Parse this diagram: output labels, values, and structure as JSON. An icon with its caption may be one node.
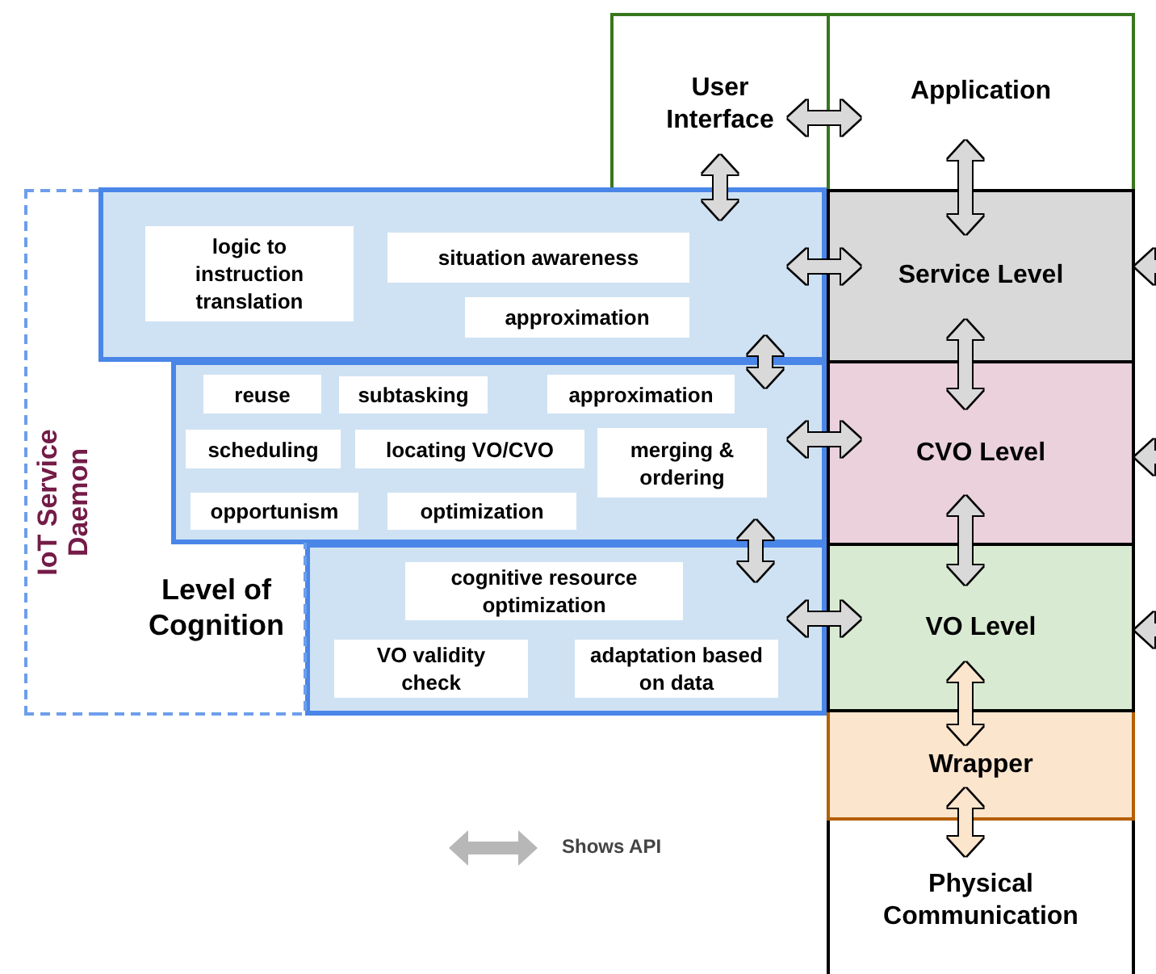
{
  "diagram": {
    "nodes": [
      {
        "text": [
          "IoT Service Daemon"
        ]
      },
      {
        "text": [
          "User Interface"
        ]
      },
      {
        "text": [
          "Application"
        ]
      },
      {
        "text": [],
        "shape": "box"
      },
      {
        "text": [
          "logic to instruction translation"
        ],
        "in": 3
      },
      {
        "text": [
          "situation awareness"
        ],
        "in": 3
      },
      {
        "text": [
          "approximation"
        ],
        "in": 3
      },
      {
        "text": [],
        "shape": "box"
      },
      {
        "text": [
          "reuse"
        ],
        "in": 7
      },
      {
        "text": [
          "subtasking"
        ],
        "in": 7
      },
      {
        "text": [
          "approximation"
        ],
        "in": 7
      },
      {
        "text": [
          "scheduling"
        ],
        "in": 7
      },
      {
        "text": [
          "locating VO/CVO"
        ],
        "in": 7
      },
      {
        "text": [
          "merging & ordering"
        ],
        "in": 7
      },
      {
        "text": [
          "opportunism"
        ],
        "in": 7
      },
      {
        "text": [
          "optimization"
        ],
        "in": 7
      },
      {
        "text": [],
        "shape": "box"
      },
      {
        "text": [
          "cognitive resource optimization"
        ],
        "in": 16
      },
      {
        "text": [
          "VO validity check"
        ],
        "in": 16
      },
      {
        "text": [
          "adaptation based on data"
        ],
        "in": 16
      },
      {
        "text": [
          "Service Level"
        ]
      },
      {
        "text": [
          "CVO Level"
        ]
      },
      {
        "text": [
          "VO Level"
        ]
      },
      {
        "text": [
          "Wrapper"
        ]
      },
      {
        "text": [
          "Physical Communication"
        ]
      }
    ],
    "edges": [
      {
        "from": 1,
        "to": 2,
        "arrow": "both"
      },
      {
        "from": 1,
        "to": 3,
        "arrow": "both"
      },
      {
        "from": 2,
        "to": 20,
        "arrow": "both"
      },
      {
        "from": 3,
        "to": 20,
        "arrow": "both"
      },
      {
        "from": null,
        "to": 20,
        "arrow": "to"
      },
      {
        "from": 3,
        "to": 7,
        "arrow": "both"
      },
      {
        "from": 20,
        "to": 21,
        "arrow": "both"
      },
      {
        "from": 7,
        "to": 21,
        "arrow": "both"
      },
      {
        "from": null,
        "to": 21,
        "arrow": "to"
      },
      {
        "from": 7,
        "to": 16,
        "arrow": "both"
      },
      {
        "from": 21,
        "to": 22,
        "arrow": "both"
      },
      {
        "from": 16,
        "to": 22,
        "arrow": "both"
      },
      {
        "from": null,
        "to": 22,
        "arrow": "to"
      },
      {
        "from": 22,
        "to": 23,
        "arrow": "both",
        "color": "#fce5cd"
      },
      {
        "from": 23,
        "to": 24,
        "arrow": "both",
        "color": "#fce5cd"
      }
    ],
    "labels": [
      "Level of Cognition"
    ],
    "legend": [
      {
        "text": "Shows API"
      }
    ]
  }
}
